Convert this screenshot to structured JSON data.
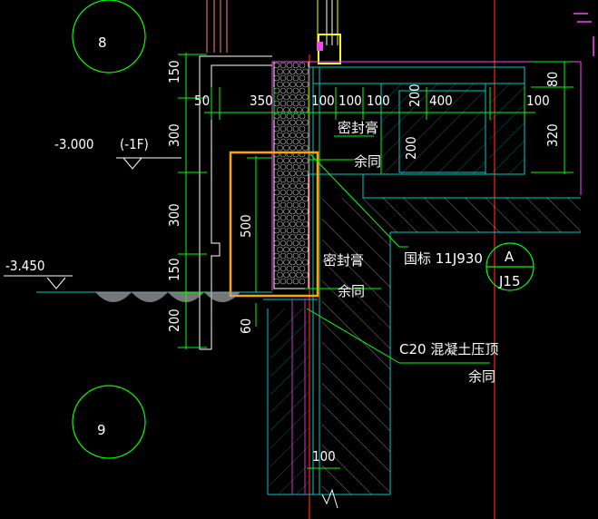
{
  "detail_numbers": {
    "top": "8",
    "bottom": "9"
  },
  "levels": {
    "floor_elevation": "-3.000",
    "floor_name": "(-1F)",
    "ground_elevation": "-3.450"
  },
  "dims_vertical_left": [
    "150",
    "300",
    "300",
    "150",
    "200"
  ],
  "dims_horizontal_top": [
    "50",
    "350",
    "100",
    "100",
    "100",
    "200",
    "400",
    "100"
  ],
  "dims_right": [
    "80",
    "320"
  ],
  "dim_inner_200": "200",
  "dim_500": "500",
  "dim_60": "60",
  "dim_bottom_100": "100",
  "notes": {
    "sealant_top": "密封膏",
    "ditto_top": "余同",
    "sealant_bottom": "密封膏",
    "ditto_bottom": "余同",
    "standard_ref": "国标 11J930",
    "concrete_note": "C20 混凝土压顶",
    "ditto_concrete": "余同"
  },
  "section_symbol": {
    "id": "A",
    "sheet": "J15"
  },
  "colors": {
    "green": "#00ff00",
    "cyan": "#00c8c8",
    "yellow": "#ffff00",
    "orange": "#ffa500",
    "magenta": "#ff40ff",
    "red": "#ff2020",
    "white": "#ffffff"
  }
}
